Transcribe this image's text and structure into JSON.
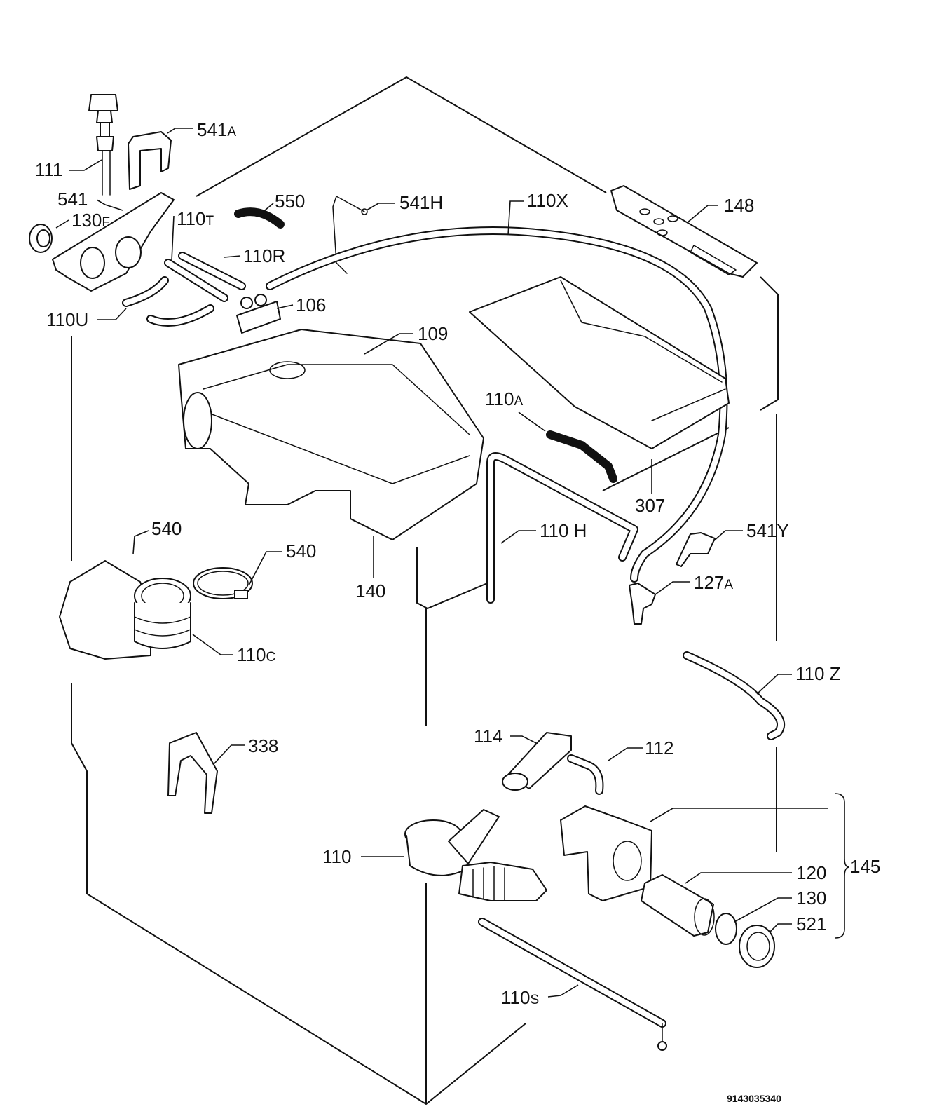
{
  "document_number": "9143035340",
  "labels": [
    {
      "id": "541A",
      "main": "541",
      "sub": "A"
    },
    {
      "id": "111",
      "main": "111",
      "sub": ""
    },
    {
      "id": "541",
      "main": "541",
      "sub": ""
    },
    {
      "id": "550",
      "main": "550",
      "sub": ""
    },
    {
      "id": "541H",
      "main": "541H",
      "sub": ""
    },
    {
      "id": "110X",
      "main": "110X",
      "sub": ""
    },
    {
      "id": "148",
      "main": "148",
      "sub": ""
    },
    {
      "id": "130F",
      "main": "130",
      "sub": "F"
    },
    {
      "id": "110T",
      "main": "110",
      "sub": "T"
    },
    {
      "id": "110R",
      "main": "110R",
      "sub": ""
    },
    {
      "id": "106",
      "main": "106",
      "sub": ""
    },
    {
      "id": "110U",
      "main": "110U",
      "sub": ""
    },
    {
      "id": "109",
      "main": "109",
      "sub": ""
    },
    {
      "id": "110A",
      "main": "110",
      "sub": "A"
    },
    {
      "id": "307",
      "main": "307",
      "sub": ""
    },
    {
      "id": "540a",
      "main": "540",
      "sub": ""
    },
    {
      "id": "540b",
      "main": "540",
      "sub": ""
    },
    {
      "id": "110H",
      "main": "110 H",
      "sub": ""
    },
    {
      "id": "541Y",
      "main": "541Y",
      "sub": ""
    },
    {
      "id": "140",
      "main": "140",
      "sub": ""
    },
    {
      "id": "127A",
      "main": "127",
      "sub": "A"
    },
    {
      "id": "110C",
      "main": "110",
      "sub": "C"
    },
    {
      "id": "110Z",
      "main": "110 Z",
      "sub": ""
    },
    {
      "id": "338",
      "main": "338",
      "sub": ""
    },
    {
      "id": "114",
      "main": "114",
      "sub": ""
    },
    {
      "id": "112",
      "main": "112",
      "sub": ""
    },
    {
      "id": "145",
      "main": "145",
      "sub": ""
    },
    {
      "id": "110",
      "main": "110",
      "sub": ""
    },
    {
      "id": "120",
      "main": "120",
      "sub": ""
    },
    {
      "id": "130",
      "main": "130",
      "sub": ""
    },
    {
      "id": "521",
      "main": "521",
      "sub": ""
    },
    {
      "id": "110S",
      "main": "110",
      "sub": "S"
    }
  ]
}
